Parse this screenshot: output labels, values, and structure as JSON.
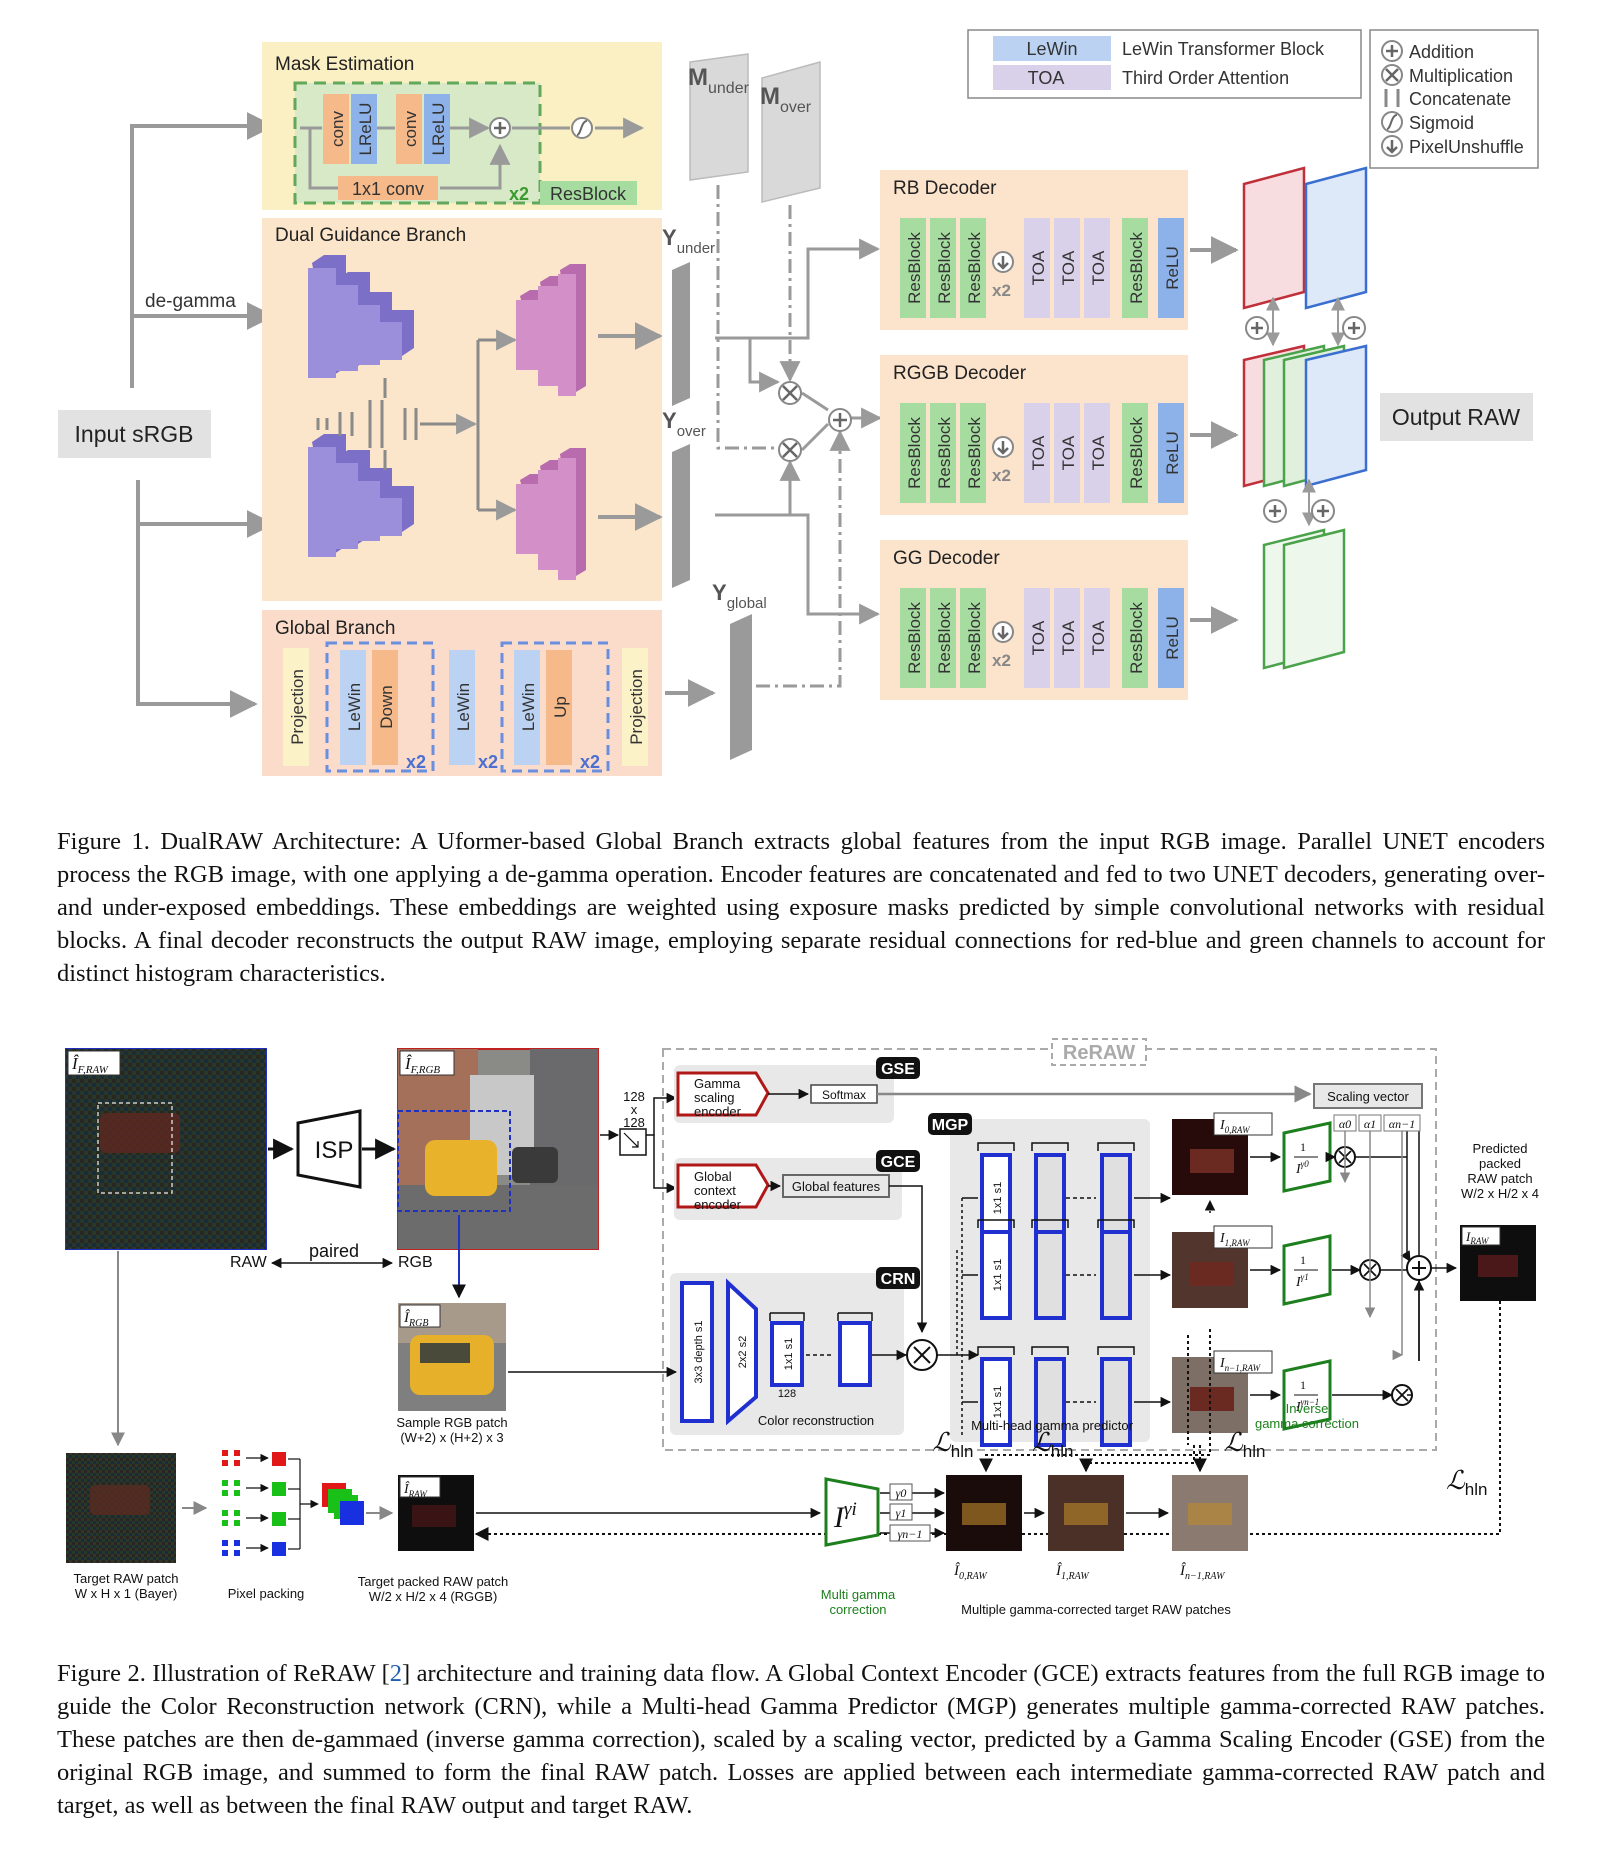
{
  "fig1": {
    "input": "Input sRGB",
    "output": "Output RAW",
    "degamma": "de-gamma",
    "mask": {
      "title": "Mask Estimation",
      "conv": "conv",
      "lrelu": "LReLU",
      "conv1x1": "1x1 conv",
      "x2": "x2",
      "resblock": "ResBlock"
    },
    "dual": {
      "title": "Dual Guidance Branch"
    },
    "global": {
      "title": "Global Branch",
      "projection": "Projection",
      "lewin": "LeWin",
      "down": "Down",
      "up": "Up",
      "x2": "x2"
    },
    "maps": {
      "m": "M",
      "under": "under",
      "over": "over",
      "y": "Y",
      "global": "global"
    },
    "decoders": [
      {
        "title": "RB Decoder"
      },
      {
        "title": "RGGB Decoder"
      },
      {
        "title": "GG Decoder"
      }
    ],
    "block": {
      "resblock": "ResBlock",
      "toa": "TOA",
      "relu": "ReLU",
      "x2": "x2"
    },
    "legend": {
      "lewin_tag": "LeWin",
      "lewin_desc": "LeWin Transformer Block",
      "toa_tag": "TOA",
      "toa_desc": "Third Order Attention",
      "ops": [
        "Addition",
        "Multiplication",
        "Concatenate",
        "Sigmoid",
        "PixelUnshuffle"
      ]
    },
    "colors": {
      "mask_bg": "#fbefc4",
      "dual_bg": "#fbe6cb",
      "global_bg": "#fbdccb",
      "decoder_bg": "#fbe3cc",
      "resblock": "#a6dca0",
      "toa": "#d9d0ea",
      "relu": "#8db2ea",
      "lewin": "#bcd2f2",
      "conv": "#f5b98a",
      "encoder": "#9b8fdc",
      "decoder_unet": "#d38fc8"
    },
    "caption": "Figure 1. DualRAW Architecture: A Uformer-based Global Branch extracts global features from the input RGB image. Parallel UNET encoders process the RGB image, with one applying a de-gamma operation. Encoder features are concatenated and fed to two UNET decoders, generating over- and under-exposed embeddings. These embeddings are weighted using exposure masks predicted by simple convolutional networks with residual blocks. A final decoder reconstructs the output RAW image, employing separate residual connections for red-blue and green channels to account for distinct histogram characteristics."
  },
  "fig2": {
    "reraw": "ReRAW",
    "isp": "ISP",
    "raw": "RAW",
    "rgb": "RGB",
    "paired": "paired",
    "size128": "128",
    "times": "x",
    "gse": {
      "tag": "GSE",
      "encoder": [
        "Gamma",
        "scaling",
        "encoder"
      ],
      "softmax": "Softmax",
      "scaling_vector": "Scaling vector"
    },
    "gce": {
      "tag": "GCE",
      "encoder": [
        "Global",
        "context",
        "encoder"
      ],
      "features": "Global features"
    },
    "crn": {
      "tag": "CRN",
      "depth": "3x3 depth s1",
      "s2": "2x2 s2",
      "s1": "1x1 s1",
      "ch": "128",
      "label": "Color reconstruction"
    },
    "mgp": {
      "tag": "MGP",
      "s1": "1x1 s1",
      "label": "Multi-head gamma predictor"
    },
    "sample_rgb": [
      "Sample RGB patch",
      "(W+2) x (H+2) x 3"
    ],
    "predicted": [
      "Predicted",
      "packed",
      "RAW patch",
      "W/2 x H/2 x 4"
    ],
    "inverse": [
      "Inverse",
      "gamma correction"
    ],
    "target_raw": [
      "Target RAW patch",
      "W x H x 1 (Bayer)"
    ],
    "pixel_packing": "Pixel packing",
    "target_packed": [
      "Target packed RAW patch",
      "W/2 x H/2 x 4 (RGGB)"
    ],
    "multi_gamma": [
      "Multi gamma",
      "correction"
    ],
    "multiple_patches": "Multiple gamma-corrected target RAW patches",
    "loss": "ℒ",
    "loss_sub": "hln",
    "labels": {
      "i_f_raw": "Î",
      "i_f_raw_sub": "F,RAW",
      "i_f_rgb_sub": "F,RGB",
      "i_rgb_sub": "RGB",
      "i_raw_sub": "RAW",
      "i0": "0,RAW",
      "i1": "1,RAW",
      "in1": "n−1,RAW",
      "alphas": [
        "α0",
        "α1",
        "αn−1"
      ],
      "gammas": [
        "γ0",
        "γ1",
        "γn−1"
      ],
      "gamma_i": "γi"
    },
    "colors": {
      "encoder_red": "#b01818",
      "mgp_blue": "#1f2fd0",
      "inverse_green": "#1d7f1d",
      "panel_grey": "#e8e8e8"
    },
    "caption_a": "Figure 2. Illustration of ReRAW [",
    "caption_ref": "2",
    "caption_b": "] architecture and training data flow. A Global Context Encoder (GCE) extracts features from the full RGB image to guide the Color Reconstruction network (CRN), while a Multi-head Gamma Predictor (MGP) generates multiple gamma-corrected RAW patches. These patches are then de-gammaed (inverse gamma correction), scaled by a scaling vector, predicted by a Gamma Scaling Encoder (GSE) from the original RGB image, and summed to form the final RAW patch. Losses are applied between each intermediate gamma-corrected RAW patch and target, as well as between the final RAW output and target RAW."
  }
}
